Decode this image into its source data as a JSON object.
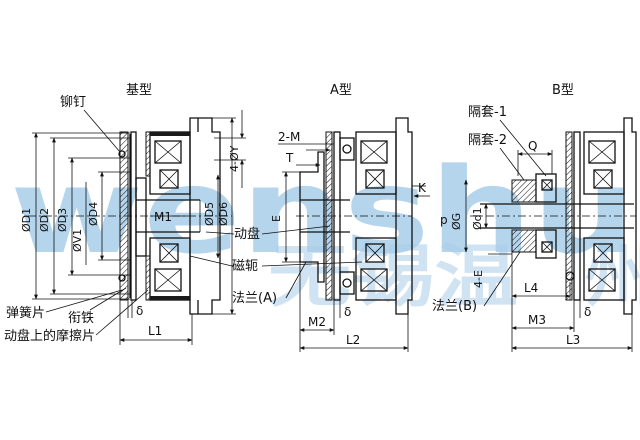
{
  "views": {
    "basic": "基型",
    "a": "A型",
    "b": "B型"
  },
  "watermark": {
    "latin": "wenshu",
    "chinese": "无锡温",
    "chinese_tail": "州"
  },
  "labels": {
    "rivet": "铆钉",
    "spring_plate": "弹簧片",
    "armature": "衔铁",
    "friction_plate": "动盘上的摩擦片",
    "moving_disc": "动盘",
    "yoke": "磁轭",
    "flange_a": "法兰(A)",
    "flange_b": "法兰(B)",
    "spacer1": "隔套-1",
    "spacer2": "隔套-2"
  },
  "dims": {
    "d1": "ØD1",
    "d2": "ØD2",
    "d3": "ØD3",
    "d4": "ØD4",
    "d5": "ØD5",
    "d6": "ØD6",
    "v1": "ØV1",
    "m1": "M1",
    "y": "4-ØY",
    "l1": "L1",
    "delta": "δ",
    "twom": "2-M",
    "t": "T",
    "e": "E",
    "m2": "M2",
    "l2": "L2",
    "k": "K",
    "p": "p",
    "g": "ØG",
    "d1s": "Ød1",
    "q": "Q",
    "fourE": "4-E",
    "l4": "L4",
    "m3": "M3",
    "l3": "L3"
  }
}
